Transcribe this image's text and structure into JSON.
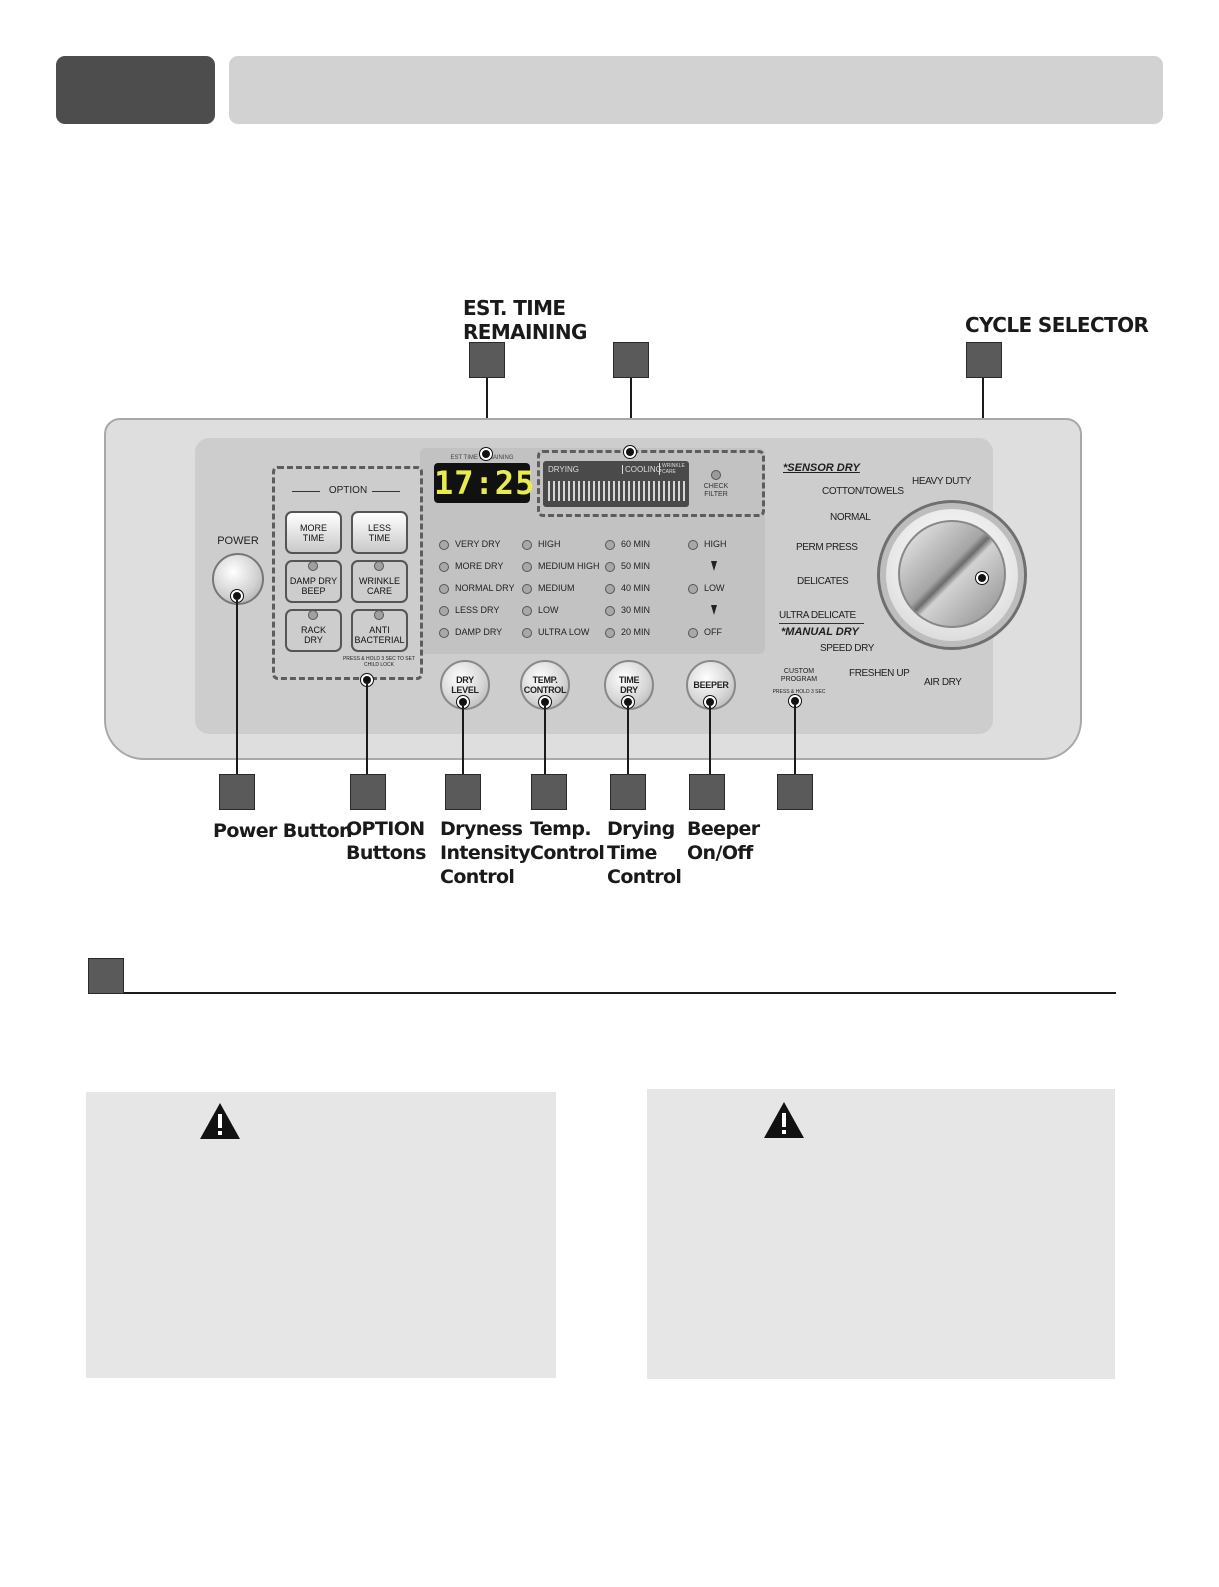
{
  "callouts": {
    "est_time": [
      "EST. TIME",
      "REMAINING"
    ],
    "cycle_selector": "CYCLE SELECTOR",
    "power": "Power Button",
    "option": [
      "OPTION",
      "Buttons"
    ],
    "dryness": [
      "Dryness",
      "Intensity",
      "Control"
    ],
    "temp": [
      "Temp.",
      "Control"
    ],
    "drying_time": [
      "Drying",
      "Time",
      "Control"
    ],
    "beeper": [
      "Beeper",
      "On/Off"
    ]
  },
  "panel": {
    "power_label": "POWER",
    "option_title": "OPTION",
    "option_buttons": [
      {
        "line1": "MORE",
        "line2": "TIME"
      },
      {
        "line1": "LESS",
        "line2": "TIME"
      },
      {
        "line1": "DAMP DRY",
        "line2": "BEEP"
      },
      {
        "line1": "WRINKLE",
        "line2": "CARE"
      },
      {
        "line1": "RACK",
        "line2": "DRY"
      },
      {
        "line1": "ANTI",
        "line2": "BACTERIAL"
      }
    ],
    "press_note": "PRESS & HOLD 3 SEC TO SET CHILD LOCK",
    "display": {
      "est_label": "EST TIME REMAINING",
      "digits": "17:25",
      "drying": "DRYING",
      "cooling": "COOLING",
      "wrinkle_care": "WRINKLE CARE",
      "check_filter": [
        "CHECK",
        "FILTER"
      ]
    },
    "dry_levels": [
      "VERY DRY",
      "MORE DRY",
      "NORMAL DRY",
      "LESS DRY",
      "DAMP DRY"
    ],
    "temps": [
      "HIGH",
      "MEDIUM HIGH",
      "MEDIUM",
      "LOW",
      "ULTRA LOW"
    ],
    "times": [
      "60 MIN",
      "50 MIN",
      "40 MIN",
      "30 MIN",
      "20 MIN"
    ],
    "beeper_levels": [
      "HIGH",
      "LOW",
      "OFF"
    ],
    "buttons": {
      "dry_level": [
        "DRY",
        "LEVEL"
      ],
      "temp_control": [
        "TEMP.",
        "CONTROL"
      ],
      "time_dry": [
        "TIME",
        "DRY"
      ],
      "beeper": "BEEPER",
      "custom_program": [
        "CUSTOM",
        "PROGRAM"
      ],
      "custom_note": "PRESS & HOLD 3 SEC"
    },
    "cycles": {
      "sensor_dry": "*SENSOR DRY",
      "manual_dry": "*MANUAL DRY",
      "heavy_duty": "HEAVY DUTY",
      "cotton_towels": "COTTON/TOWELS",
      "normal": "NORMAL",
      "perm_press": "PERM PRESS",
      "delicates": "DELICATES",
      "ultra_delicate": "ULTRA DELICATE",
      "speed_dry": "SPEED DRY",
      "freshen_up": "FRESHEN UP",
      "air_dry": "AIR DRY"
    }
  }
}
